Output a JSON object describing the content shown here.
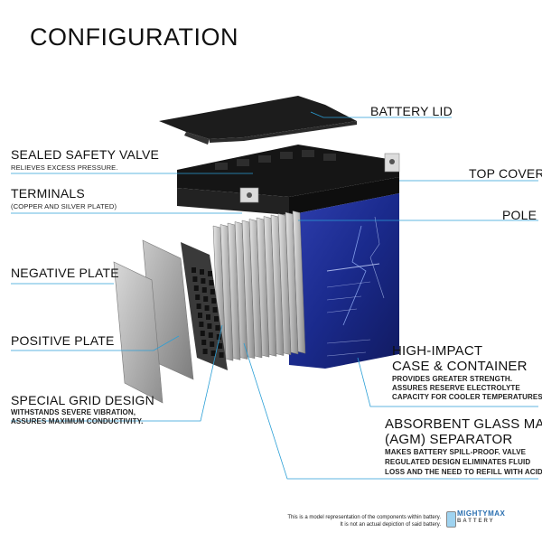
{
  "title": "CONFIGURATION",
  "labels": {
    "battery_lid": "BATTERY LID",
    "sealed_valve": "SEALED SAFETY VALVE",
    "sealed_valve_sub": "RELIEVES EXCESS PRESSURE.",
    "top_cover": "TOP COVER",
    "terminals": "TERMINALS",
    "terminals_sub": "(COPPER AND SILVER PLATED)",
    "pole": "POLE",
    "negative_plate": "NEGATIVE PLATE",
    "positive_plate": "POSITIVE PLATE",
    "high_impact_1": "HIGH-IMPACT",
    "high_impact_2": "CASE & CONTAINER",
    "high_impact_sub_1": "PROVIDES GREATER STRENGTH.",
    "high_impact_sub_2": "ASSURES RESERVE ELECTROLYTE",
    "high_impact_sub_3": "CAPACITY FOR COOLER TEMPERATURES.",
    "grid_design": "SPECIAL GRID DESIGN",
    "grid_sub_1": "WITHSTANDS SEVERE VIBRATION,",
    "grid_sub_2": "ASSURES MAXIMUM CONDUCTIVITY.",
    "agm_1": "ABSORBENT GLASS MAT",
    "agm_2": "(AGM) SEPARATOR",
    "agm_sub_1": "MAKES BATTERY SPILL-PROOF. VALVE",
    "agm_sub_2": "REGULATED DESIGN ELIMINATES FLUID",
    "agm_sub_3": "LOSS AND THE NEED TO REFILL WITH ACID."
  },
  "footer": {
    "line1": "This is a model representation of the components within battery.",
    "line2": "It is not an actual depiction of said battery."
  },
  "brand": {
    "name": "MIGHTYMAX",
    "sub": "BATTERY"
  },
  "colors": {
    "leader_line": "#2b9fd6",
    "battery_black": "#1a1a1a",
    "label_blue": "#1b2f8a"
  }
}
